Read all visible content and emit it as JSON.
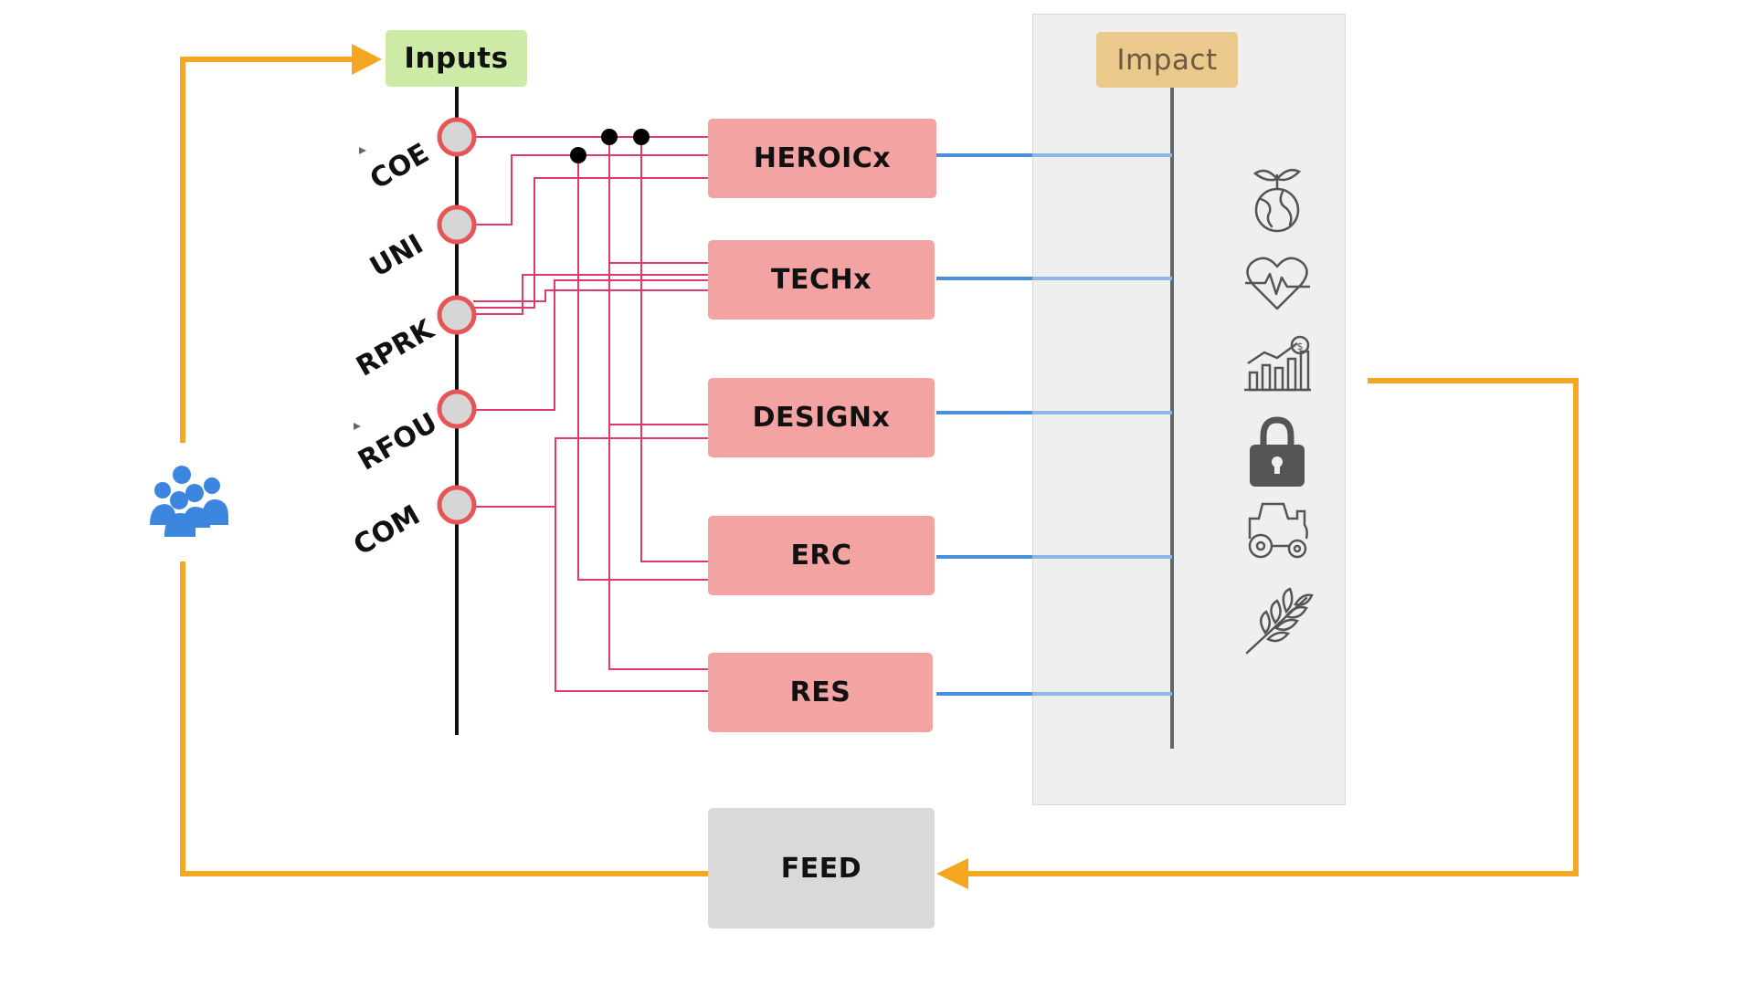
{
  "inputs": {
    "label": "Inputs"
  },
  "impact": {
    "label": "Impact"
  },
  "feed": {
    "label": "FEED"
  },
  "input_nodes": [
    {
      "label": "COE"
    },
    {
      "label": "UNI"
    },
    {
      "label": "RPRK"
    },
    {
      "label": "RFOU"
    },
    {
      "label": "COM"
    }
  ],
  "modules": [
    {
      "label": "HEROICx"
    },
    {
      "label": "TECHx"
    },
    {
      "label": "DESIGNx"
    },
    {
      "label": "ERC"
    },
    {
      "label": "RES"
    }
  ],
  "impact_icons": [
    "globe-sprout-icon",
    "heart-pulse-icon",
    "growth-chart-icon",
    "padlock-icon",
    "tractor-icon",
    "wheat-icon"
  ],
  "users_icon": "users-group-icon",
  "colors": {
    "feedback_arrow": "#f5a623",
    "connector_line": "#e03a6a",
    "impact_line": "#4a8fdb",
    "input_node_ring": "#e85555",
    "input_node_fill": "#d6d6d6",
    "module_fill": "#f4a3a3",
    "inputs_fill": "#cdeba6",
    "impact_fill": "#ebc88c",
    "feed_fill": "#d9d9d9",
    "users_icon": "#3d86e0",
    "impact_icon": "#555555"
  }
}
